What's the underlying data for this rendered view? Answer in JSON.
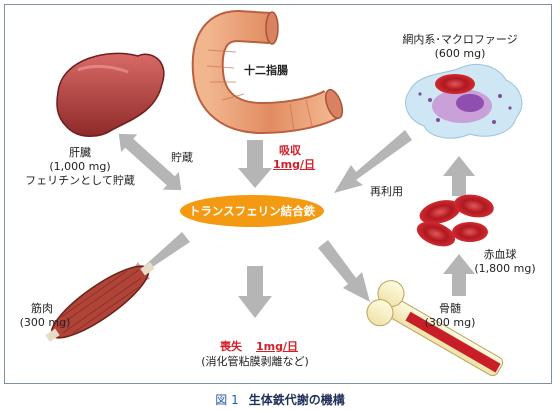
{
  "nodes": {
    "duodenum": "十二指腸",
    "absorption": {
      "label": "吸収",
      "value": "1mg/日"
    },
    "liver": {
      "name": "肝臓",
      "amount": "(1,000 mg)",
      "note": "フェリチンとして貯蔵"
    },
    "storage_label": "貯蔵",
    "reticulo": {
      "name": "網内系･マクロファージ",
      "amount": "(600 mg)"
    },
    "reuse_label": "再利用",
    "transferrin": "トランスフェリン結合鉄",
    "rbc": {
      "name": "赤血球",
      "amount": "(1,800 mg)"
    },
    "muscle": {
      "name": "筋肉",
      "amount": "(300 mg)"
    },
    "bone_marrow": {
      "name": "骨髄",
      "amount": "(300 mg)"
    },
    "loss": {
      "label": "喪失",
      "value": "1mg/日",
      "note": "(消化管粘膜剥離など)"
    }
  },
  "caption": {
    "figure": "図 1",
    "title": "生体鉄代謝の機構"
  },
  "colors": {
    "arrow": "#b5b5b5",
    "transferrin": "#f39a12",
    "accent_red": "#d0202a",
    "liver": "#b23a3a",
    "rbc": "#c81e28",
    "muscle": "#b04438",
    "duodenum": "#e0906a",
    "macrophage": "#c9a0d8",
    "caption_title": "#1f2f5a",
    "caption_fig": "#2a5aa8"
  }
}
